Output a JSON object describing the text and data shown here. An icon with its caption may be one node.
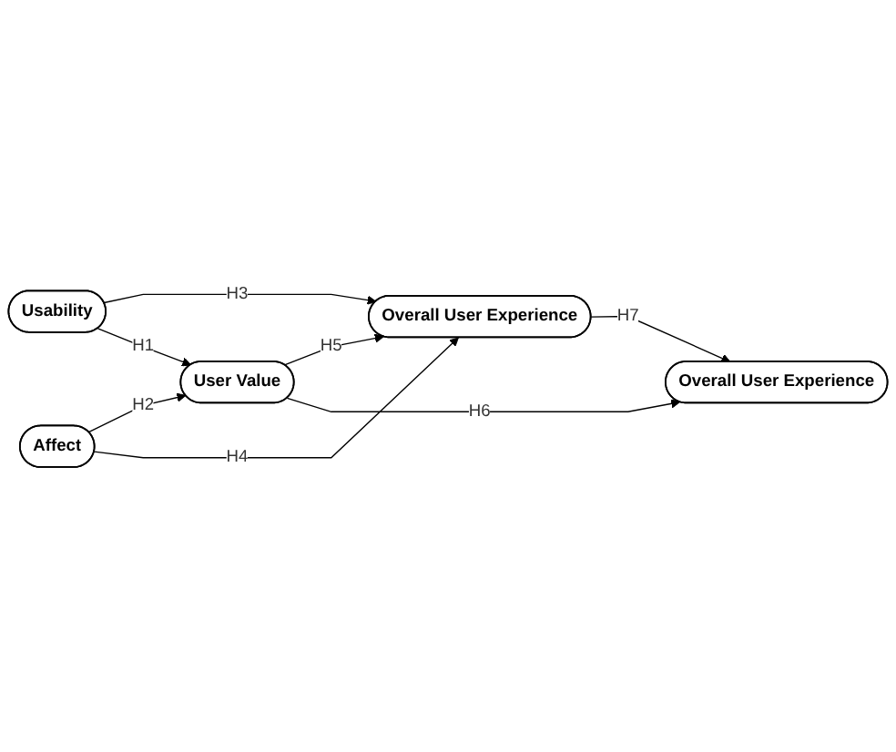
{
  "diagram": {
    "nodes": [
      {
        "text": [
          "Usability"
        ]
      },
      {
        "text": [
          "Overall User Experience"
        ]
      },
      {
        "text": [
          "User Value"
        ]
      },
      {
        "text": [
          "Affect"
        ]
      },
      {
        "text": [
          "Overall User Experience"
        ]
      }
    ],
    "edges": [
      {
        "from": 0,
        "to": 1,
        "arrow": "to",
        "label": "H3"
      },
      {
        "from": 0,
        "to": 2,
        "arrow": "to",
        "label": "H1"
      },
      {
        "from": 3,
        "to": 2,
        "arrow": "to",
        "label": "H2"
      },
      {
        "from": 3,
        "to": 1,
        "arrow": "to",
        "label": "H4"
      },
      {
        "from": 2,
        "to": 1,
        "arrow": "to",
        "label": "H5"
      },
      {
        "from": 2,
        "to": 4,
        "arrow": "to",
        "label": "H6"
      },
      {
        "from": 1,
        "to": 4,
        "arrow": "to",
        "label": "H7"
      }
    ]
  }
}
